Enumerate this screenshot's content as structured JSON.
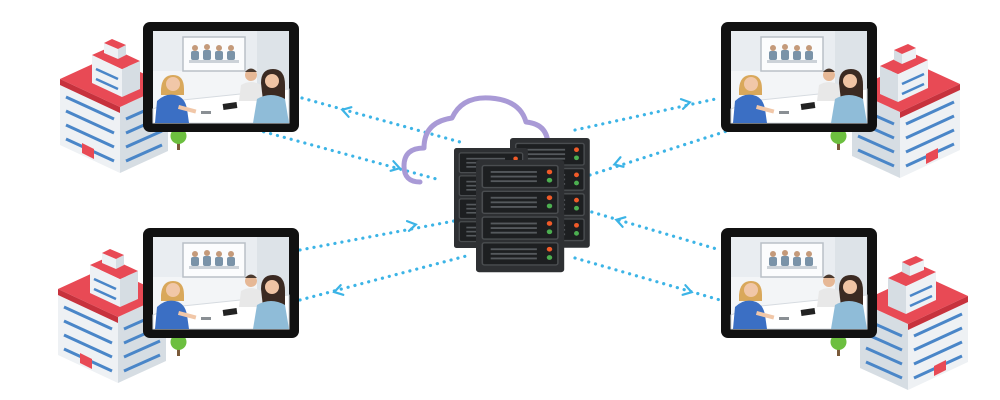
{
  "diagram": {
    "type": "network-topology",
    "hub": {
      "icon": "server-rack-icon",
      "overlay_icon": "cloud-icon",
      "server_units": 2
    },
    "nodes": [
      {
        "id": "site-top-left",
        "icon": "hospital-building-icon",
        "screen_icon": "video-conference-screen-icon",
        "arrow_toward_hub": "top"
      },
      {
        "id": "site-bottom-left",
        "icon": "hospital-building-icon",
        "screen_icon": "video-conference-screen-icon",
        "arrow_toward_hub": "top"
      },
      {
        "id": "site-top-right",
        "icon": "hospital-building-icon",
        "screen_icon": "video-conference-screen-icon",
        "arrow_toward_hub": "bottom"
      },
      {
        "id": "site-bottom-right",
        "icon": "hospital-building-icon",
        "screen_icon": "video-conference-screen-icon",
        "arrow_toward_hub": "bottom"
      }
    ],
    "connection_style": "dotted-bidirectional",
    "colors": {
      "link": "#3cb4e6",
      "cloud": "#a99ad6",
      "server_body": "#2e3033",
      "server_led_orange": "#f05a28",
      "server_led_green": "#4caf50",
      "screen_frame": "#111111",
      "roof": "#e84a55",
      "wall": "#f0f2f4",
      "window": "#4a86c8",
      "tree": "#6cbf3f"
    }
  }
}
